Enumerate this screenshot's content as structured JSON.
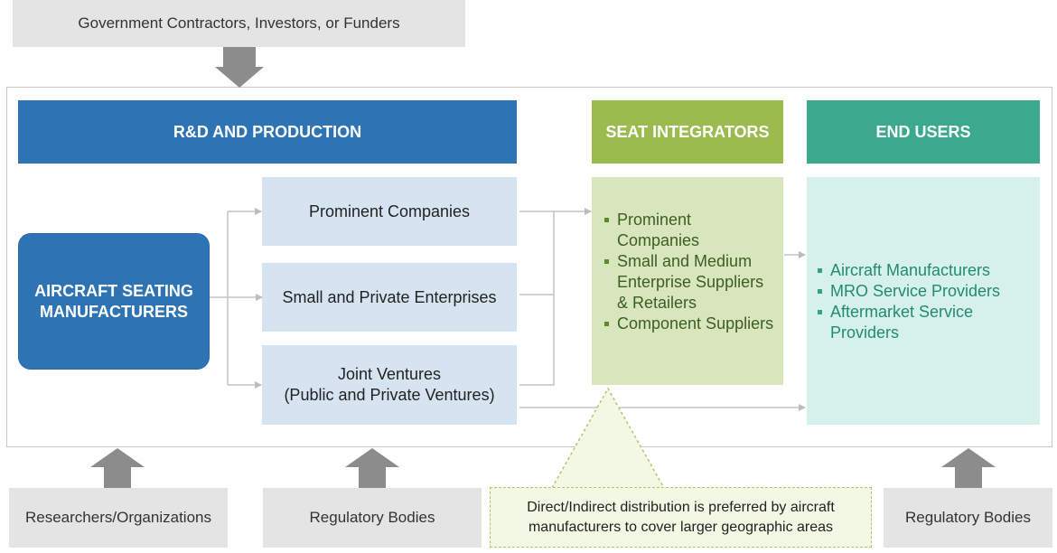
{
  "top_source": "Government Contractors, Investors, or Funders",
  "headers": {
    "rd": "R&D AND PRODUCTION",
    "integrators": "SEAT INTEGRATORS",
    "end_users": "END USERS"
  },
  "manufacturer": "AIRCRAFT SEATING MANUFACTURERS",
  "production": {
    "prominent": "Prominent Companies",
    "small": "Small and Private Enterprises",
    "jv_line1": "Joint Ventures",
    "jv_line2": "(Public and Private Ventures)"
  },
  "integrators_list": [
    "Prominent Companies",
    "Small and Medium Enterprise Suppliers & Retailers",
    "Component Suppliers"
  ],
  "end_users_list": [
    "Aircraft Manufacturers",
    "MRO Service Providers",
    "Aftermarket Service Providers"
  ],
  "bottom": {
    "researchers": "Researchers/Organizations",
    "regulatory_1": "Regulatory Bodies",
    "regulatory_2": "Regulatory Bodies"
  },
  "note": "Direct/Indirect distribution is preferred by aircraft manufacturers to cover larger geographic areas",
  "colors": {
    "rd_header": "#2e74b5",
    "integrators_header": "#9bbb4f",
    "integrators_body": "#d9e6bd",
    "end_users_header": "#3aa98d",
    "end_users_body": "#d6f1ea",
    "sub_boxes": "#d6e4f2",
    "arrow_grey": "#8c8c8c"
  }
}
